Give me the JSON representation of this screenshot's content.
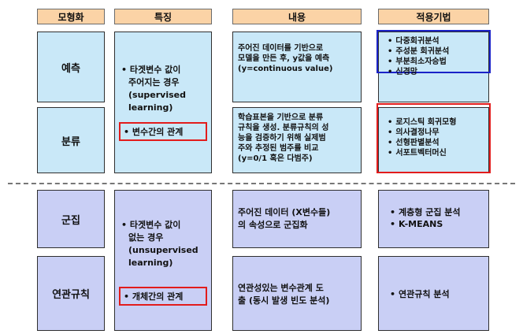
{
  "headers": {
    "model": "모형화",
    "features": "특징",
    "content": "내용",
    "techniques": "적용기법"
  },
  "supervised": {
    "models": {
      "prediction": "예측",
      "classification": "분류"
    },
    "features": [
      "타겟변수 값이",
      "주어지는 경우",
      "(supervised",
      "learning)"
    ],
    "highlight": "변수간의 관계",
    "prediction_desc": [
      "주어진 데이터를 기반으로",
      "모델을 만든 후, y값을 예측",
      "(y=continuous value)"
    ],
    "classification_desc": [
      "학습표본을 기반으로 분류",
      "규칙을 생성. 분류규칙의 성",
      "능을 검증하기 위해 실제범",
      "주와 추정된 범주를 비교",
      "(y=0/1 혹은 다범주)"
    ],
    "prediction_techs": [
      "다중회귀분석",
      "주성분 회귀분석",
      "부분최소자승법",
      "신경망"
    ],
    "classification_techs": [
      "로지스틱 회귀모형",
      "의사결정나무",
      "선형판별분석",
      "서포트벡터머신"
    ]
  },
  "unsupervised": {
    "models": {
      "clustering": "군집",
      "association": "연관규칙"
    },
    "features": [
      "타겟변수 값이",
      "없는 경우",
      "(unsupervised",
      "learning)"
    ],
    "highlight": "개체간의 관계",
    "clustering_desc": [
      "주어진 데이터 (X변수들)",
      "의 속성으로 군집화"
    ],
    "association_desc": [
      "연관성있는 변수관계 도",
      "출 (동시 발생 빈도 분석)"
    ],
    "clustering_techs": [
      "계층형 군집 분석",
      "K-MEANS"
    ],
    "association_techs": [
      "연관규칙 분석"
    ]
  }
}
